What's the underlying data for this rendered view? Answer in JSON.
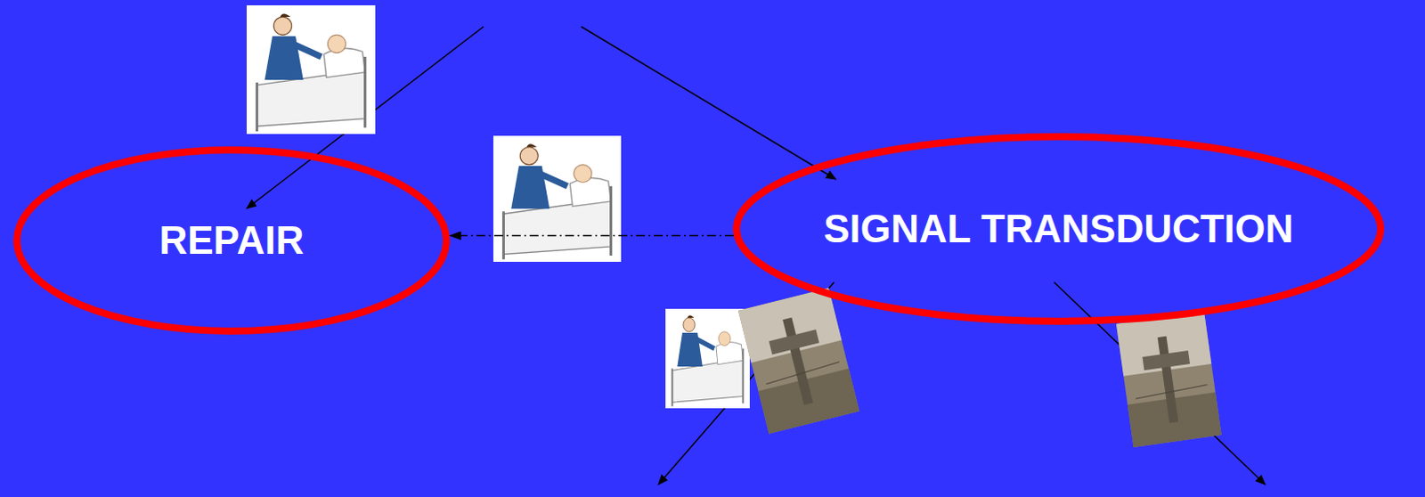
{
  "diagram": {
    "nodes": [
      {
        "text": [
          "REPAIR"
        ]
      },
      {
        "text": [
          "SIGNAL TRANSDUCTION"
        ]
      }
    ],
    "edges": [
      {
        "from": 1,
        "to": 0,
        "arrow": "to"
      }
    ]
  }
}
